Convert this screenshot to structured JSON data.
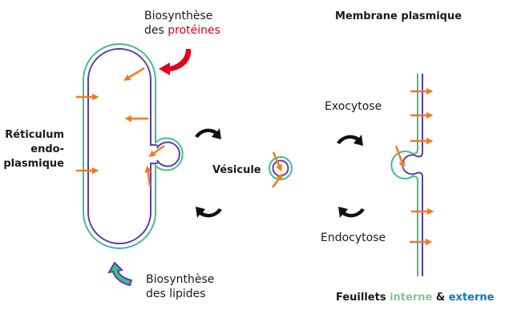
{
  "colors": {
    "inner_leaflet": "#3fbf8c",
    "outer_leaflet": "#5b3ea8",
    "protein_arrow": "#f47a20",
    "protein_text": "#e0001a",
    "curve_arrow": "#111111",
    "interne_text": "#7fc69a",
    "externe_text": "#0a78c8"
  },
  "labels": {
    "protein_synthesis_line1": "Biosynthèse",
    "protein_synthesis_line2_prefix": "des ",
    "protein_synthesis_line2_highlight": "protéines",
    "er_line1": "Réticulum",
    "er_line2": "endo-",
    "er_line3": "plasmique",
    "lipid_synthesis_line1": "Biosynthèse",
    "lipid_synthesis_line2": "des lipides",
    "vesicle": "Vésicule",
    "plasma_membrane": "Membrane plasmique",
    "exocytosis": "Exocytose",
    "endocytosis": "Endocytose",
    "legend_prefix": "Feuillets ",
    "legend_inner": "interne",
    "legend_amp": " & ",
    "legend_outer": "externe"
  },
  "icons": {
    "protein_synthesis_arrow": "red-curved-arrow-icon",
    "lipid_synthesis_arrow": "green-curved-arrow-icon",
    "cycle_arrows": "black-curved-arrow-icon",
    "protein_marker": "orange-arrow-icon"
  }
}
